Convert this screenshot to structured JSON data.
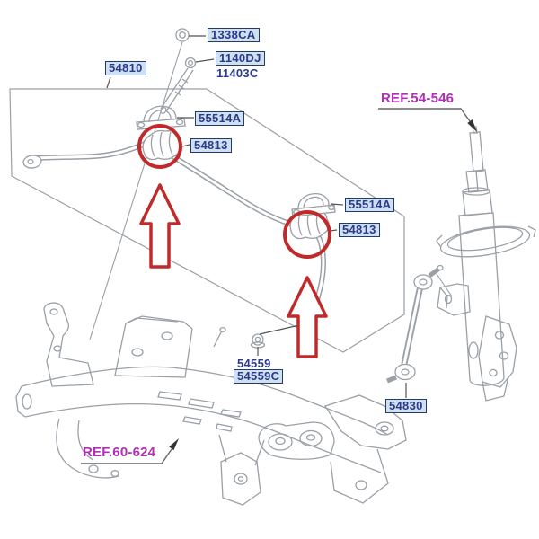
{
  "colors": {
    "part_text": "#2b3a8c",
    "part_box_bg": "#cfe0ee",
    "part_box_border": "#223a6e",
    "ref_text": "#b02fb5",
    "highlight_red": "#c02a2a",
    "line_gray": "#9aa0a6",
    "leader_dark": "#555555"
  },
  "callouts": {
    "flange_nut": {
      "label": "1338CA"
    },
    "bolt": {
      "label": "1140DJ",
      "alt_label": "11403C"
    },
    "stabilizer_bar_assy": {
      "label": "54810"
    },
    "bracket_front": {
      "label": "55514A"
    },
    "bushing_front": {
      "label": "54813"
    },
    "bracket_rear": {
      "label": "55514A"
    },
    "bushing_rear": {
      "label": "54813"
    },
    "link_nut": {
      "label": "54559",
      "alt_label": "54559C"
    },
    "stabilizer_link": {
      "label": "54830"
    },
    "ref_front_strut": {
      "label": "REF.54-546"
    },
    "ref_crossmember": {
      "label": "REF.60-624"
    }
  }
}
